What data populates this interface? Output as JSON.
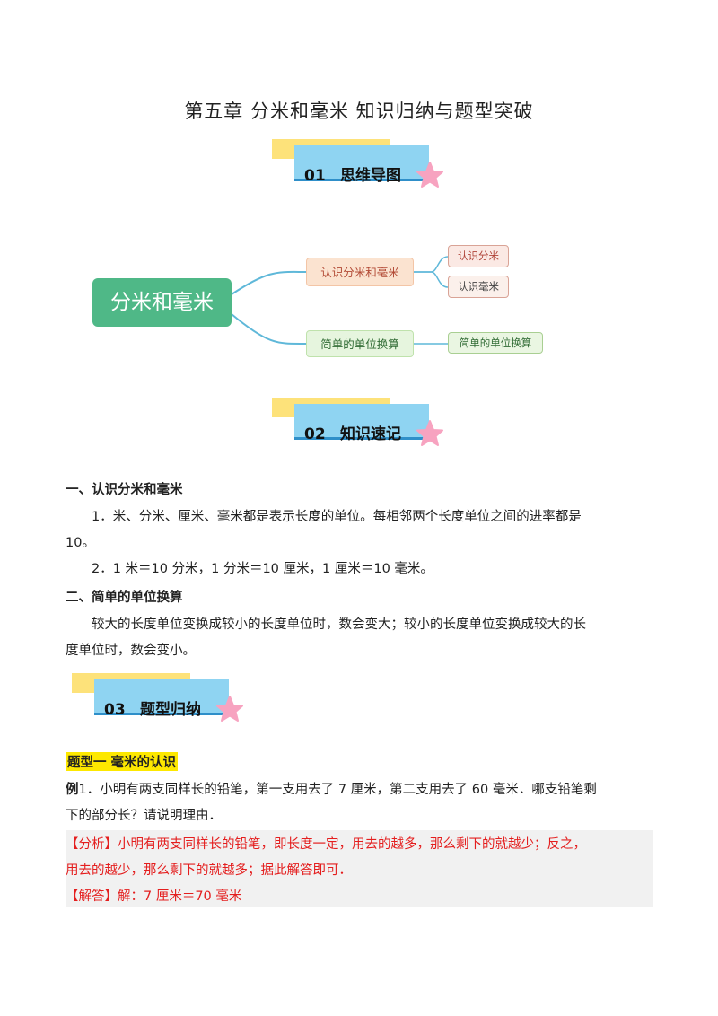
{
  "document": {
    "title": "第五章  分米和毫米  知识归纳与题型突破"
  },
  "sections": [
    {
      "number": "01",
      "title": "思维导图"
    },
    {
      "number": "02",
      "title": "知识速记"
    },
    {
      "number": "03",
      "title": "题型归纳"
    }
  ],
  "mind_map": {
    "root": "分米和毫米",
    "branches": [
      {
        "label": "认识分米和毫米",
        "leaves": [
          "认识分米",
          "认识毫米"
        ]
      },
      {
        "label": "简单的单位换算",
        "leaves": [
          "简单的单位换算"
        ]
      }
    ]
  },
  "knowledge": {
    "h1": "一、认识分米和毫米",
    "p1_line1": "1．米、分米、厘米、毫米都是表示长度的单位。每相邻两个长度单位之间的进率都是",
    "p1_line2": "10。",
    "p2": "2．1 米＝10 分米，1 分米＝10 厘米，1 厘米＝10 毫米。",
    "h2": "二、简单的单位换算",
    "p3_line1": "较大的长度单位变换成较小的长度单位时，数会变大；较小的长度单位变换成较大的长",
    "p3_line2": "度单位时，数会变小。"
  },
  "problems": {
    "type_heading": "题型一    毫米的认识",
    "example_label": "例",
    "example_line1": "1．小明有两支同样长的铅笔，第一支用去了 7 厘米，第二支用去了 60 毫米．哪支铅笔剩",
    "example_line2": "下的部分长？请说明理由．",
    "analysis_line1": "【分析】小明有两支同样长的铅笔，即长度一定，用去的越多，那么剩下的就越少；反之，",
    "analysis_line2": "用去的越少，那么剩下的就越多；据此解答即可．",
    "answer": "【解答】解：7 厘米＝70 毫米"
  },
  "colors": {
    "banner_yellow": "#fde27a",
    "banner_blue": "#8fd4f2",
    "star_pink": "#f7a3c0",
    "root_green": "#4fb887",
    "analysis_red": "#e41e1e",
    "highlight_yellow": "#fde800"
  }
}
